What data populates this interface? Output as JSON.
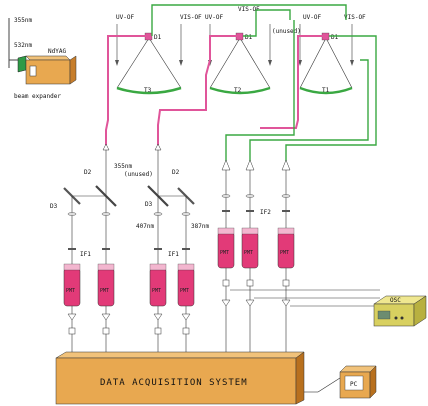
{
  "laser": {
    "name": "NdYAG",
    "beam_expander": "beam expander",
    "wl_355": "355nm",
    "wl_532": "532nm"
  },
  "telescopes": [
    {
      "label": "T3",
      "d_label": "D1",
      "left_fiber": "UV-OF",
      "right_fiber": "VIS-OF"
    },
    {
      "label": "T2",
      "d_label": "D1",
      "left_fiber": "UV-OF",
      "right_fiber": "VIS-OF"
    },
    {
      "label": "T1",
      "d_label": "D1",
      "left_fiber": "UV-OF",
      "right_fiber": "VIS-OF"
    }
  ],
  "unused_top": "(unused)",
  "uv_section": {
    "wl_355": "355nm",
    "unused": "(unused)",
    "d2_left": "D2",
    "d2_right": "D2",
    "d3_left": "D3",
    "d3_right": "D3",
    "wl_407": "407nm",
    "wl_387": "387nm",
    "if1_left": "IF1",
    "if1_right": "IF1"
  },
  "vis_section": {
    "if2": "IF2"
  },
  "pmt_label": "PMT",
  "daq_label": "DATA ACQUISITION SYSTEM",
  "osc_label": "OSC",
  "pc_label": "PC",
  "colors": {
    "uv_fiber": "#e0559a",
    "vis_fiber": "#3aa842",
    "pmt": "#e23a78",
    "daq": "#e8a850",
    "daq_dark": "#b8701e",
    "osc": "#d8d060"
  }
}
